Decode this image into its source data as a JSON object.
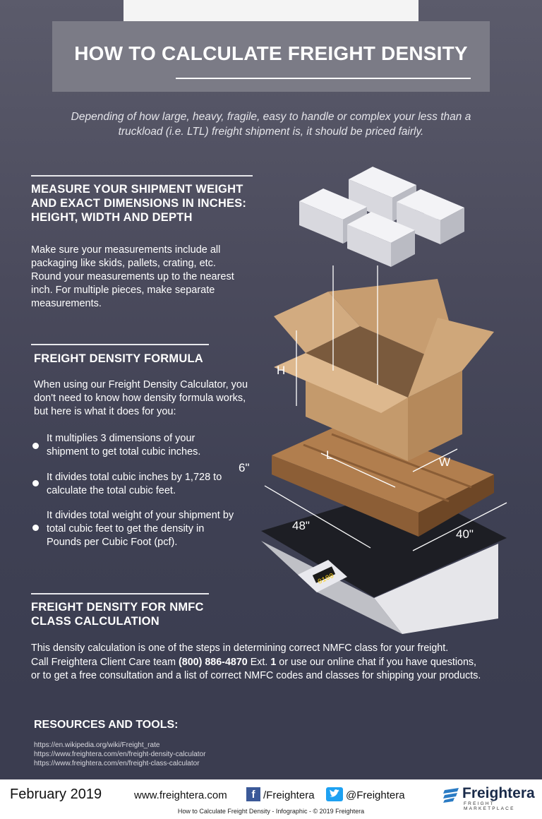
{
  "header": {
    "title": "HOW TO CALCULATE FREIGHT DENSITY",
    "intro": "Depending of how large, heavy, fragile, easy to handle or complex your less than a truckload (i.e. LTL) freight shipment is, it should be priced fairly."
  },
  "measure": {
    "heading": "MEASURE YOUR SHIPMENT WEIGHT AND EXACT DIMENSIONS IN INCHES: HEIGHT, WIDTH AND DEPTH",
    "body": "Make sure your measurements include all packaging like skids, pallets, crating, etc. Round your measurements up to the nearest inch. For multiple pieces, make separate measurements."
  },
  "formula": {
    "heading": "FREIGHT DENSITY FORMULA",
    "body": "When using our Freight Density Calculator, you don't need to know how density formula works, but here is what it does for you:",
    "bullets": [
      "It multiplies 3 dimensions of your shipment to get total cubic inches.",
      "It divides total cubic inches by 1,728 to calculate the total cubic feet.",
      "It divides total weight of your shipment by total cubic feet to get the density in Pounds per Cubic Foot (pcf)."
    ]
  },
  "nmfc": {
    "heading": "FREIGHT DENSITY FOR NMFC CLASS CALCULATION",
    "line1": "This density calculation is one of the steps in determining correct NMFC class for your freight.",
    "line2_pre": "Call Freightera Client Care team ",
    "phone": "(800) 886-4870",
    "line2_mid": " Ext. ",
    "ext": "1",
    "line2_post": " or use our online chat if you have questions,",
    "line3": "or to get a free consultation and a list of correct NMFC codes and classes for shipping your products."
  },
  "resources": {
    "heading": "RESOURCES AND TOOLS:",
    "links": [
      "https://en.wikipedia.org/wiki/Freight_rate",
      "https://www.freightera.com/en/freight-density-calculator",
      "https://www.freightera.com/en/freight-class-calculator"
    ]
  },
  "illustration": {
    "label_h": "H",
    "label_l": "L",
    "label_w": "W",
    "label_pallet_height": "6\"",
    "label_pallet_length": "48\"",
    "label_pallet_width": "40\"",
    "scale_display": "0100",
    "colors": {
      "box": "#c49a6c",
      "pallet": "#a8784a",
      "scale_top": "#1d1e24"
    }
  },
  "footer": {
    "date": "February 2019",
    "website": "www.freightera.com",
    "facebook_letter": "f",
    "facebook": "/Freightera",
    "twitter": "@Freightera",
    "logo": "Freightera",
    "logo_sub": "FREIGHT MARKETPLACE",
    "caption": "How to Calculate Freight Density - Infographic - © 2019 Freightera"
  }
}
